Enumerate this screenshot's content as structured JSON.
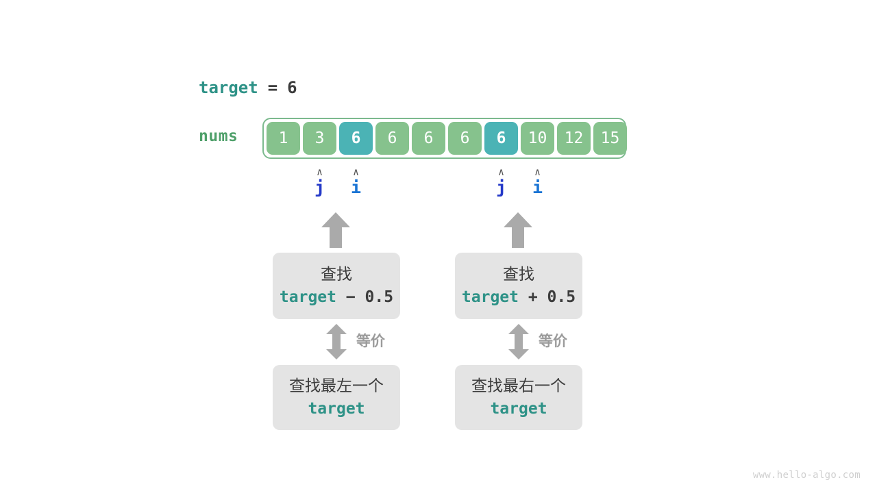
{
  "target_line": {
    "name": "target",
    "equals": "=",
    "value": "6"
  },
  "array": {
    "label": "nums",
    "cells": [
      {
        "value": "1",
        "highlight": false
      },
      {
        "value": "3",
        "highlight": false
      },
      {
        "value": "6",
        "highlight": true
      },
      {
        "value": "6",
        "highlight": false
      },
      {
        "value": "6",
        "highlight": false
      },
      {
        "value": "6",
        "highlight": false
      },
      {
        "value": "6",
        "highlight": true
      },
      {
        "value": "10",
        "highlight": false
      },
      {
        "value": "12",
        "highlight": false
      },
      {
        "value": "15",
        "highlight": false
      }
    ]
  },
  "pointers": [
    {
      "name": "j",
      "caret": "∧",
      "index": 1,
      "group": "left"
    },
    {
      "name": "i",
      "caret": "∧",
      "index": 2,
      "group": "left"
    },
    {
      "name": "j",
      "caret": "∧",
      "index": 6,
      "group": "right"
    },
    {
      "name": "i",
      "caret": "∧",
      "index": 7,
      "group": "right"
    }
  ],
  "columns": [
    {
      "id": "left",
      "upper_box": {
        "line1": "查找",
        "expr_name": "target",
        "expr_op": " − ",
        "expr_value": "0.5"
      },
      "equiv_label": "等价",
      "lower_box": {
        "line1": "查找最左一个",
        "line2": "target"
      }
    },
    {
      "id": "right",
      "upper_box": {
        "line1": "查找",
        "expr_name": "target",
        "expr_op": " + ",
        "expr_value": "0.5"
      },
      "equiv_label": "等价",
      "lower_box": {
        "line1": "查找最右一个",
        "line2": "target"
      }
    }
  ],
  "watermark": "www.hello-algo.com",
  "colors": {
    "teal_text": "#2e9287",
    "dark_text": "#3c3c3c",
    "green_label": "#4fa06a",
    "cell_green": "#86c28d",
    "cell_teal": "#4bb3b5",
    "array_border": "#7cba8e",
    "pointer_j": "#2439c8",
    "pointer_i": "#1a74d4",
    "box_grey": "#e4e4e4",
    "arrow_grey": "#aaaaaa",
    "watermark_grey": "#cfcfcf"
  }
}
